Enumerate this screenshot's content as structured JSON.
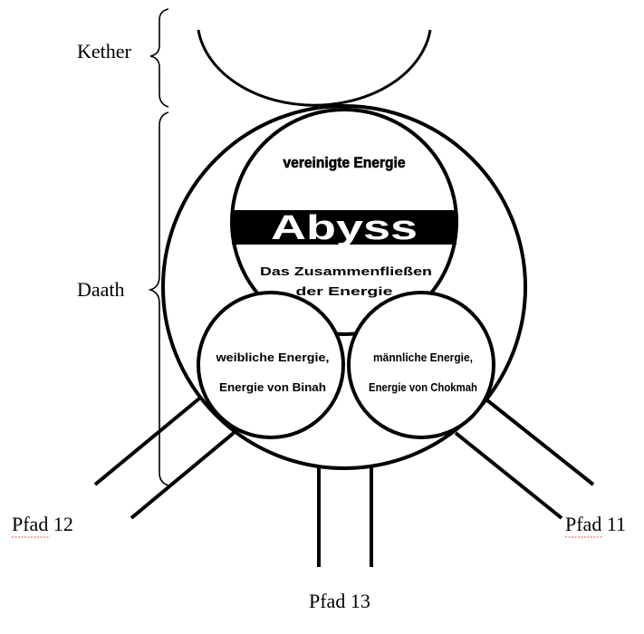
{
  "labels": {
    "kether": "Kether",
    "daath": "Daath",
    "pfad12": "Pfad 12",
    "pfad11": "Pfad 11",
    "pfad13": "Pfad 13"
  },
  "top_circle": {
    "text": "vereinigte Energie",
    "banner": "Abyss",
    "bottom_line1": "Das Zusammenfließen",
    "bottom_line2": "der Energie"
  },
  "left_circle": {
    "line1": "weibliche Energie,",
    "line2": "Energie von Binah"
  },
  "right_circle": {
    "line1": "männliche Energie,",
    "line2": "Energie von Chokmah"
  },
  "colors": {
    "stroke": "#000000",
    "banner_fill": "#000000",
    "banner_text": "#ffffff",
    "spellcheck_underline": "#d9534f"
  }
}
